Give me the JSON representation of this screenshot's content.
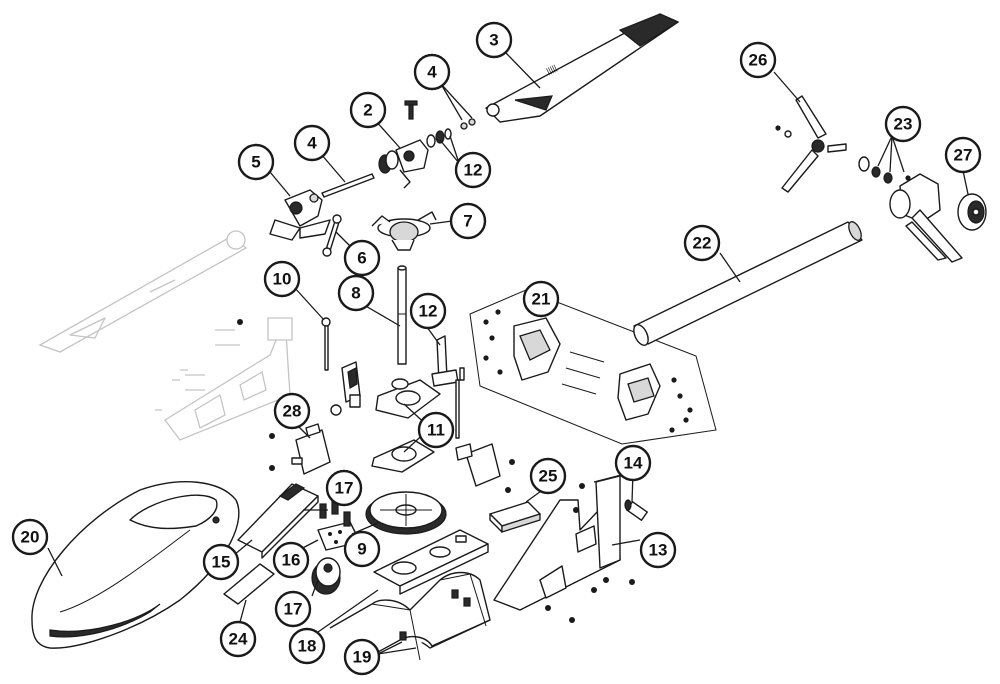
{
  "callouts": [
    {
      "id": "c2",
      "label": "2"
    },
    {
      "id": "c3",
      "label": "3"
    },
    {
      "id": "c4a",
      "label": "4"
    },
    {
      "id": "c4b",
      "label": "4"
    },
    {
      "id": "c5",
      "label": "5"
    },
    {
      "id": "c6",
      "label": "6"
    },
    {
      "id": "c7",
      "label": "7"
    },
    {
      "id": "c8",
      "label": "8"
    },
    {
      "id": "c9",
      "label": "9"
    },
    {
      "id": "c10",
      "label": "10"
    },
    {
      "id": "c11",
      "label": "11"
    },
    {
      "id": "c12a",
      "label": "12"
    },
    {
      "id": "c12b",
      "label": "12"
    },
    {
      "id": "c13",
      "label": "13"
    },
    {
      "id": "c14",
      "label": "14"
    },
    {
      "id": "c15",
      "label": "15"
    },
    {
      "id": "c16",
      "label": "16"
    },
    {
      "id": "c17a",
      "label": "17"
    },
    {
      "id": "c17b",
      "label": "17"
    },
    {
      "id": "c18",
      "label": "18"
    },
    {
      "id": "c19",
      "label": "19"
    },
    {
      "id": "c20",
      "label": "20"
    },
    {
      "id": "c21",
      "label": "21"
    },
    {
      "id": "c22",
      "label": "22"
    },
    {
      "id": "c23",
      "label": "23"
    },
    {
      "id": "c24",
      "label": "24"
    },
    {
      "id": "c25",
      "label": "25"
    },
    {
      "id": "c26",
      "label": "26"
    },
    {
      "id": "c27",
      "label": "27"
    },
    {
      "id": "c28",
      "label": "28"
    }
  ]
}
